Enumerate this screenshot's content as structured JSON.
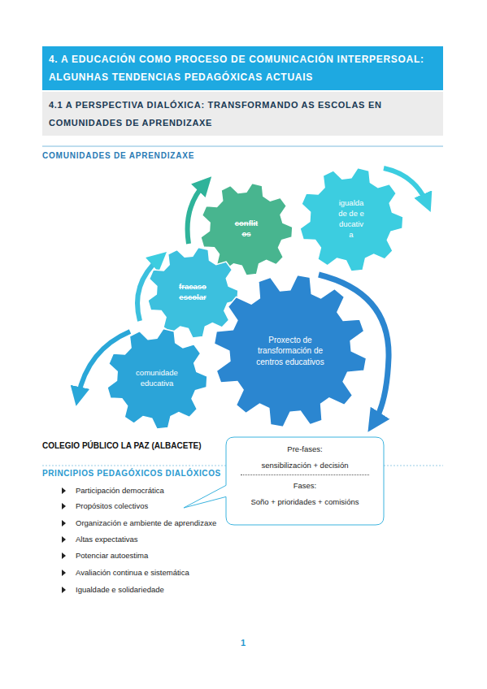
{
  "diagram": {
    "nodes": [
      {
        "text": [
          "4. A EDUCACIÓN COMO PROCESO DE COMUNICACIÓN INTERPERSOAL: ALGUNHAS TENDENCIAS PEDAGÓXICAS ACTUAIS"
        ]
      },
      {
        "text": [
          "4.1 A PERSPECTIVA DIALÓXICA: TRANSFORMANDO AS ESCOLAS EN COMUNIDADES DE APRENDIZAXE"
        ]
      },
      {
        "text": [
          "conflitos"
        ]
      },
      {
        "text": [
          "igualdade de educativa"
        ]
      },
      {
        "text": [
          "fracaso escolar"
        ]
      },
      {
        "text": [
          "Proxecto de transformación de centros educativos"
        ]
      },
      {
        "text": [
          "comunidade educativa"
        ]
      },
      {
        "text": [
          "Pre-fases:",
          "sensibilización + decisión",
          "Fases:",
          "Soño + prioridades + comisións"
        ]
      }
    ],
    "labels": [
      "COMUNIDADES DE APRENDIZAXE",
      "COLEGIO PÚBLICO LA PAZ (ALBACETE)",
      "PRINCIPIOS PEDAGÓXICOS DIALÓXICOS",
      "Participación democrática",
      "Propósitos colectivos",
      "Organización e ambiente de aprendizaxe",
      "Altas expectativas",
      "Potenciar autoestima",
      "Avaliación continua e sistemática",
      "Igualdade e solidariedade",
      "1"
    ]
  }
}
